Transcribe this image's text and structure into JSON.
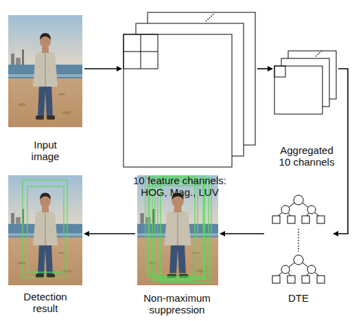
{
  "diagram": {
    "nodes": [
      {
        "text": [
          "Input image"
        ]
      },
      {
        "text": [
          "10 feature channels: HOG, Mag., LUV"
        ]
      },
      {
        "text": [
          "Aggregated 10 channels"
        ]
      },
      {
        "text": [
          "Detection result"
        ]
      },
      {
        "text": [
          "Non-maximum suppression"
        ]
      },
      {
        "text": [
          "DTE"
        ]
      }
    ],
    "edges": [
      {
        "from": 0,
        "to": 1,
        "arrow": "to"
      },
      {
        "from": 1,
        "to": 2,
        "arrow": "to"
      },
      {
        "from": 2,
        "to": 5,
        "arrow": "to"
      },
      {
        "from": 5,
        "to": 4,
        "arrow": "to"
      },
      {
        "from": 4,
        "to": 3,
        "arrow": "to"
      }
    ]
  }
}
